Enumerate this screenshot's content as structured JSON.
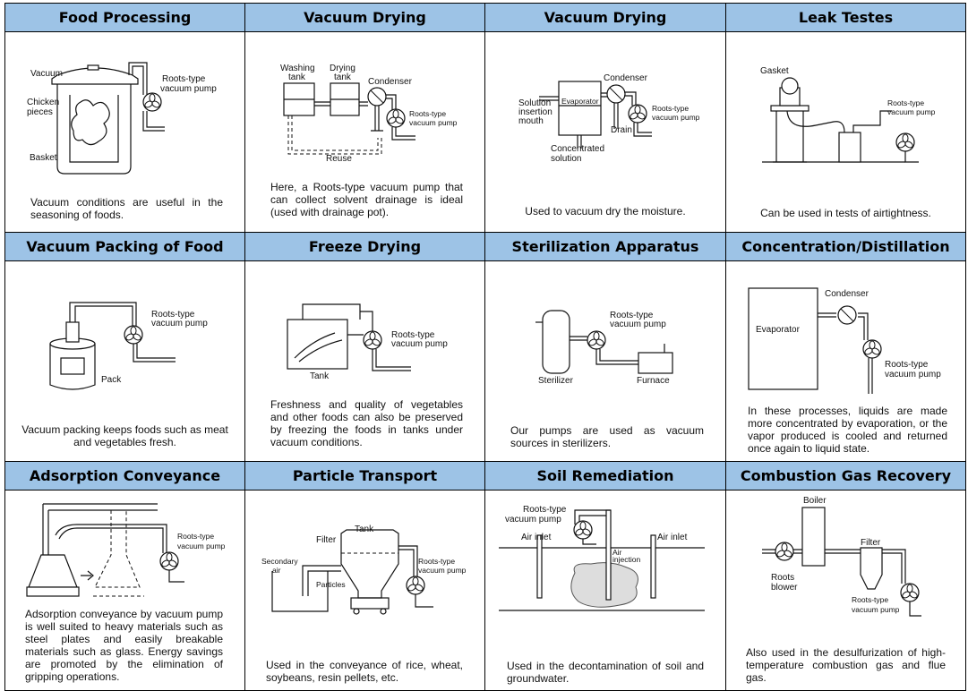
{
  "colors": {
    "header_bg": "#9dc3e6",
    "border": "#000000"
  },
  "cells": [
    {
      "title": "Food Processing",
      "description": "Vacuum conditions are useful in the seasoning of foods.",
      "labels": [
        "Vacuum",
        "Chicken",
        "pieces",
        "Basket",
        "Roots-type",
        "vacuum pump"
      ]
    },
    {
      "title": "Vacuum Drying",
      "description": "Here, a Roots-type vacuum pump that can collect solvent drainage is ideal (used with drainage pot).",
      "labels": [
        "Washing",
        "tank",
        "Drying",
        "tank",
        "Condenser",
        "Roots-type",
        "vacuum pump",
        "Reuse"
      ]
    },
    {
      "title": "Vacuum Drying",
      "description": "Used to vacuum dry the moisture.",
      "labels": [
        "Condenser",
        "Solution",
        "insertion",
        "mouth",
        "Evaporator",
        "Roots-type",
        "vacuum pump",
        "Drain",
        "Concentrated",
        "solution"
      ]
    },
    {
      "title": "Leak Testes",
      "description": "Can be used in tests of airtightness.",
      "labels": [
        "Gasket",
        "Roots-type",
        "vacuum pump"
      ]
    },
    {
      "title": "Vacuum Packing of Food",
      "description": "Vacuum packing keeps foods such as meat and vegetables fresh.",
      "labels": [
        "Roots-type",
        "vacuum pump",
        "Pack"
      ]
    },
    {
      "title": "Freeze Drying",
      "description": "Freshness and quality of vegetables and other foods can also be preserved by freezing the foods in tanks under vacuum conditions.",
      "labels": [
        "Roots-type",
        "vacuum pump",
        "Tank"
      ]
    },
    {
      "title": "Sterilization Apparatus",
      "description": "Our pumps are used as vacuum sources in sterilizers.",
      "labels": [
        "Roots-type",
        "vacuum pump",
        "Sterilizer",
        "Furnace"
      ]
    },
    {
      "title": "Concentration/Distillation",
      "description": "In these processes, liquids are made more concentrated by evaporation, or the vapor produced is cooled and returned once again to liquid state.",
      "labels": [
        "Condenser",
        "Evaporator",
        "Roots-type",
        "vacuum pump"
      ]
    },
    {
      "title": "Adsorption Conveyance",
      "description": "Adsorption conveyance by vacuum pump is well suited to heavy materials such as steel plates and easily breakable materials such as glass. Energy savings are promoted by the elimination of gripping operations.",
      "labels": [
        "Roots-type",
        "vacuum pump"
      ]
    },
    {
      "title": "Particle Transport",
      "description": "Used in the conveyance of rice, wheat, soybeans, resin pellets, etc.",
      "labels": [
        "Tank",
        "Filter",
        "Secondary",
        "air",
        "Particles",
        "Roots-type",
        "vacuum pump"
      ]
    },
    {
      "title": "Soil Remediation",
      "description": "Used in the decontamination of soil and groundwater.",
      "labels": [
        "Roots-type",
        "vacuum pump",
        "Air inlet",
        "Air inlet",
        "Air",
        "injection"
      ]
    },
    {
      "title": "Combustion Gas Recovery",
      "description": "Also used in the desulfurization of high-temperature combustion gas and flue gas.",
      "labels": [
        "Boiler",
        "Filter",
        "Roots",
        "blower",
        "Roots-type",
        "vacuum pump"
      ]
    }
  ]
}
